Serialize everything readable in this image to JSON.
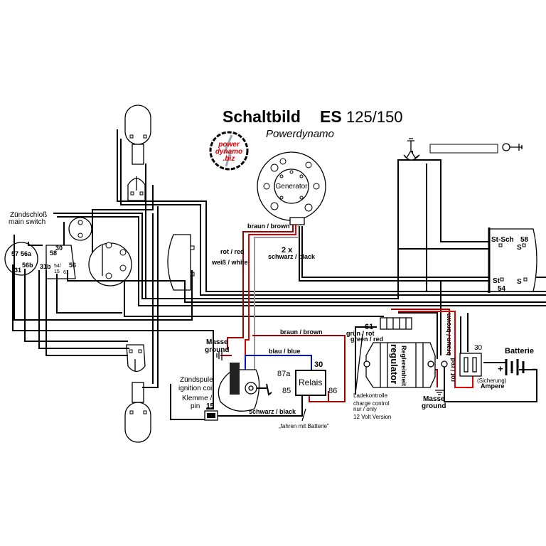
{
  "title": {
    "main": "Schaltbild",
    "model_prefix": "ES",
    "model": "125/150",
    "subtitle": "Powerdynamo"
  },
  "logo": {
    "line1": "power",
    "line2": "dynamo",
    "line3": ".biz",
    "color": "#e00000"
  },
  "components": {
    "generator": "Generator",
    "main_switch": {
      "de": "Zündschloß",
      "en": "main switch",
      "terminals": [
        "57",
        "56a",
        "56b",
        "31",
        "30",
        "58",
        "31b",
        "54/",
        "15",
        "56",
        "61"
      ]
    },
    "ignition_coil": {
      "de": "Zündspule",
      "en": "ignition coil",
      "klemme": "Klemme /",
      "pin": "pin",
      "pin_number": "15"
    },
    "relay": {
      "label": "Relais",
      "t30": "30",
      "t87a": "87a",
      "t85": "85",
      "t86": "86",
      "note": "„fahren  mit  Batterie\""
    },
    "regulator": {
      "de": "Reglereinheit",
      "en": "regulator",
      "terminal": "61"
    },
    "charge_control": {
      "line1": "Ladekontrolle",
      "line2": "charge control",
      "line3": "nur / only",
      "line4": "12 Volt Version"
    },
    "battery": {
      "label": "Batterie",
      "plus": "+",
      "minus": "–",
      "terminal": "30"
    },
    "fuse": {
      "line1": "(Sicherung)",
      "line2": "Ampere"
    },
    "instrument": {
      "st_sch": "St-Sch",
      "t58": "58",
      "s1": "S",
      "st": "St",
      "t54": "54",
      "s2": "S"
    },
    "ground_left": {
      "de": "Masse",
      "en": "ground"
    },
    "ground_right": {
      "de": "Masse",
      "en": "ground"
    }
  },
  "wire_labels": {
    "brown_top": "braun / brown",
    "red": "rot / red",
    "white": "weiß / white",
    "two_x": "2 x",
    "black_pair": "schwarz / black",
    "brown_mid": "braun / brown",
    "blue": "blau / blue",
    "black_bottom": "schwarz / black",
    "green_red_de": "grün / rot",
    "green_red_en": "green / red",
    "brown_vertical": "braun / brown",
    "red_vertical": "rot / red"
  },
  "colors": {
    "red_wire": "#e00000",
    "brown_wire": "#a00000",
    "blue_wire": "#0010d0",
    "white_wire": "#999999",
    "black_wire": "#000000"
  }
}
